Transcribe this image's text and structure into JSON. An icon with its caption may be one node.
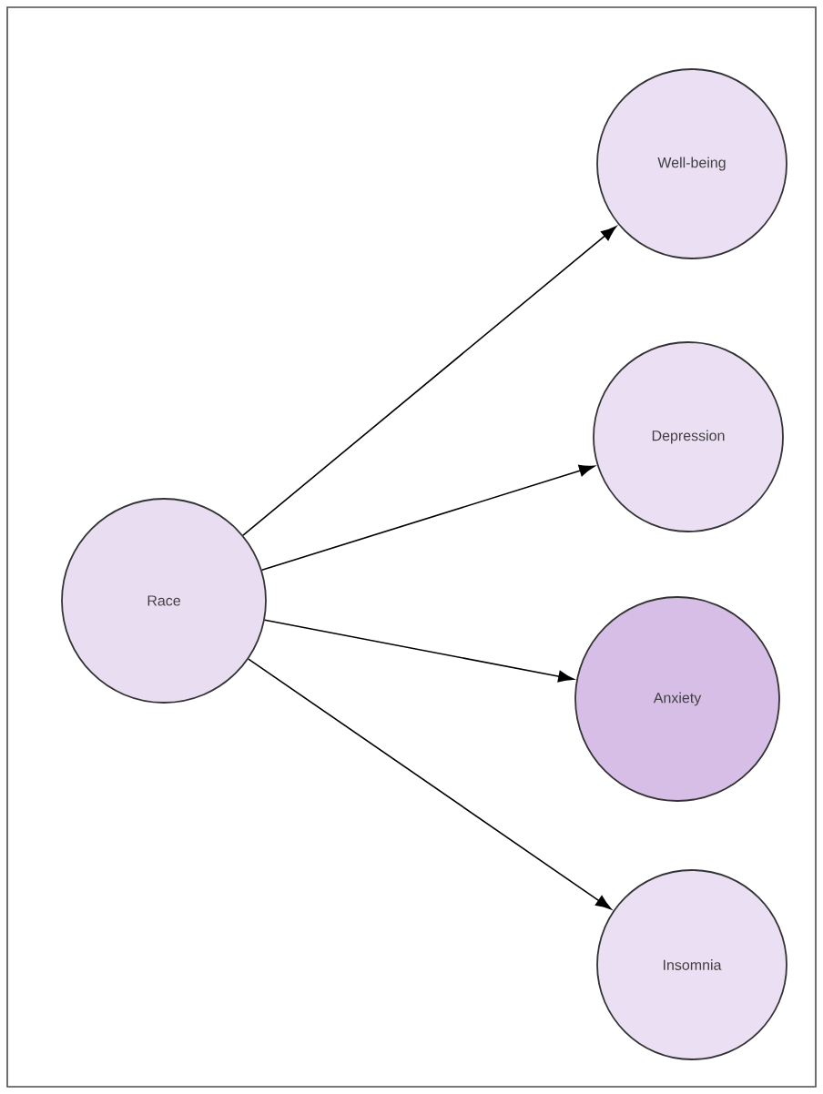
{
  "diagram": {
    "nodes": [
      {
        "text": [
          "Race"
        ]
      },
      {
        "text": [
          "Well-being"
        ]
      },
      {
        "text": [
          "Depression"
        ]
      },
      {
        "text": [
          "Anxiety"
        ]
      },
      {
        "text": [
          "Insomnia"
        ]
      }
    ],
    "edges": [
      {
        "from": 0,
        "to": 1,
        "arrow": "to"
      },
      {
        "from": 0,
        "to": 2,
        "arrow": "to"
      },
      {
        "from": 0,
        "to": 3,
        "arrow": "to"
      },
      {
        "from": 0,
        "to": 4,
        "arrow": "to"
      }
    ]
  }
}
